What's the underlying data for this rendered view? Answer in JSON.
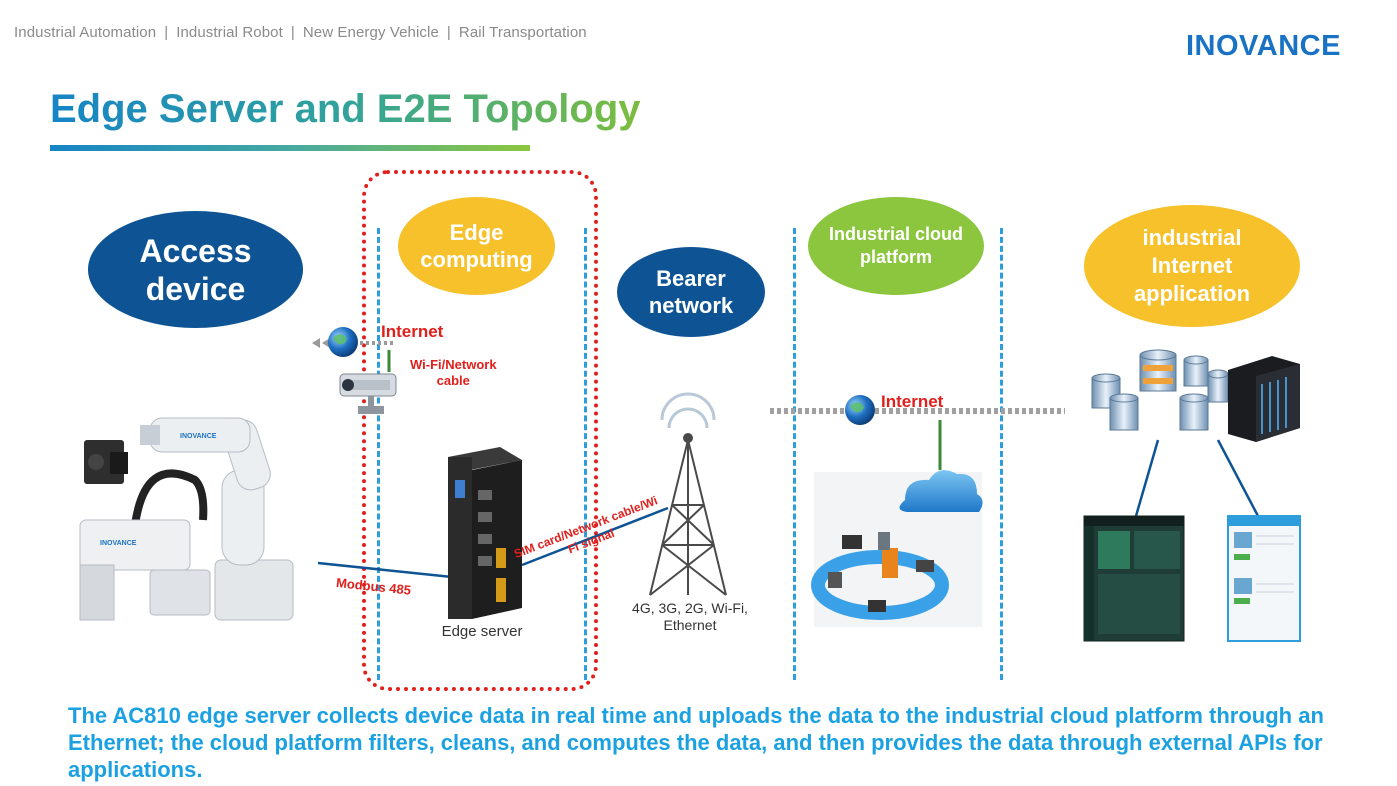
{
  "header": {
    "nav_items": [
      "Industrial Automation",
      "Industrial Robot",
      "New Energy Vehicle",
      "Rail Transportation"
    ],
    "logo": "INOVANCE",
    "title": "Edge Server and E2E Topology"
  },
  "diagram": {
    "ovals": {
      "access": [
        "Access",
        "device"
      ],
      "edge": [
        "Edge",
        "computing"
      ],
      "bearer": [
        "Bearer",
        "network"
      ],
      "cloud": [
        "Industrial cloud",
        "platform"
      ],
      "app": [
        "industrial",
        "Internet",
        "application"
      ]
    },
    "labels": {
      "internet_left": "Internet",
      "internet_right": "Internet",
      "wifi_cable": [
        "Wi-Fi/Network",
        "cable"
      ],
      "modbus": "Modbus 485",
      "sim": [
        "SIM card/Network cable/Wi",
        "Fi signal"
      ],
      "edge_server": "Edge server",
      "bearer_types": [
        "4G, 3G, 2G, Wi-Fi,",
        "Ethernet"
      ]
    },
    "robot_brand": "INOVANCE",
    "colors": {
      "navy": "#0e5494",
      "yellow": "#f6c12b",
      "green": "#8cc63f",
      "red": "#e0201c",
      "blue": "#1ba1e2"
    },
    "icons": [
      "globe-icon",
      "camera-icon",
      "robot-arm-icon",
      "edge-server-icon",
      "antenna-tower-icon",
      "cloud-network-icon",
      "database-icon",
      "server-rack-icon",
      "tablet-icon",
      "phone-icon"
    ]
  },
  "caption": "The AC810 edge server collects device data in real time and uploads the data to the industrial cloud platform through an Ethernet; the cloud platform filters, cleans, and computes the data, and then provides the data through external APIs for applications."
}
